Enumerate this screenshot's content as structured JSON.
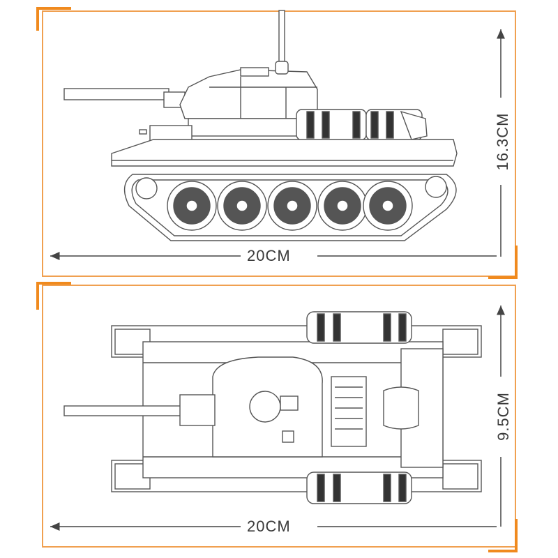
{
  "side_view": {
    "width_label": "20CM",
    "height_label": "16.3CM"
  },
  "top_view": {
    "width_label": "20CM",
    "height_label": "9.5CM"
  },
  "colors": {
    "frame": "#f0a050",
    "corner_accent": "#f08a1e",
    "line": "#555555",
    "text": "#3a3a3a"
  }
}
